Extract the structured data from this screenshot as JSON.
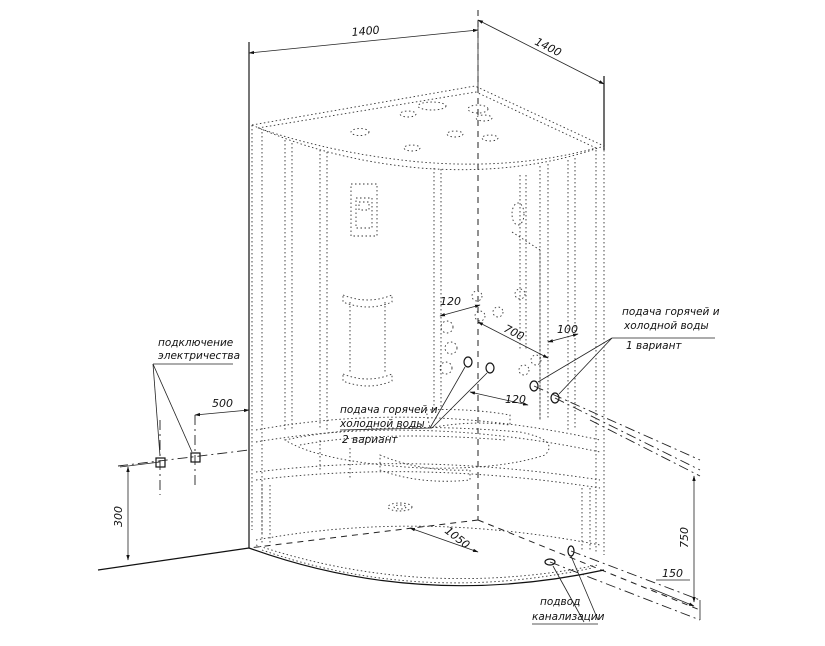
{
  "dimensions": {
    "width_left": "1400",
    "width_right": "1400",
    "elec_offset": "500",
    "elec_height": "300",
    "pipe_spacing_a": "120",
    "pipe_height": "700",
    "pipe_offset": "100",
    "pipe_spacing_b": "120",
    "drain_distance": "1050",
    "tray_height": "750",
    "drain_offset": "150"
  },
  "labels": {
    "electricity": [
      "подключение",
      "электричества"
    ],
    "water_variant1": [
      "подача горячей и",
      "холодной воды",
      "1 вариант"
    ],
    "water_variant2": [
      "подача горячей и",
      "холодной воды",
      "2 вариант"
    ],
    "drain": [
      "подвод",
      "канализации"
    ]
  }
}
